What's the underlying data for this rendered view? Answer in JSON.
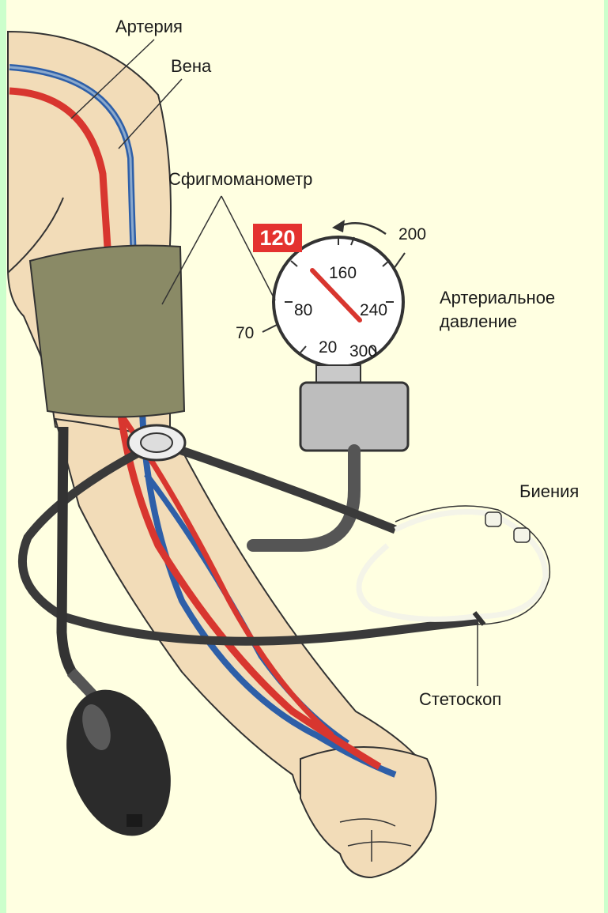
{
  "labels": {
    "artery": "Артерия",
    "vein": "Вена",
    "sphygmomanometer": "Сфигмоманометр",
    "blood_pressure_line1": "Артериальное",
    "blood_pressure_line2": "давление",
    "beats": "Биения",
    "stethoscope": "Стетоскоп"
  },
  "gauge": {
    "highlight": "120",
    "scale_inner": [
      "160",
      "80",
      "240",
      "20",
      "300"
    ],
    "scale_outer": [
      "200",
      "70"
    ]
  },
  "colors": {
    "background": "#ccffcc",
    "panel": "#ffffe1",
    "artery": "#d8362f",
    "vein": "#2e5fa8",
    "skin": "#f2dcb8",
    "cuff": "#8a8a66",
    "highlight": "#e4322f"
  }
}
